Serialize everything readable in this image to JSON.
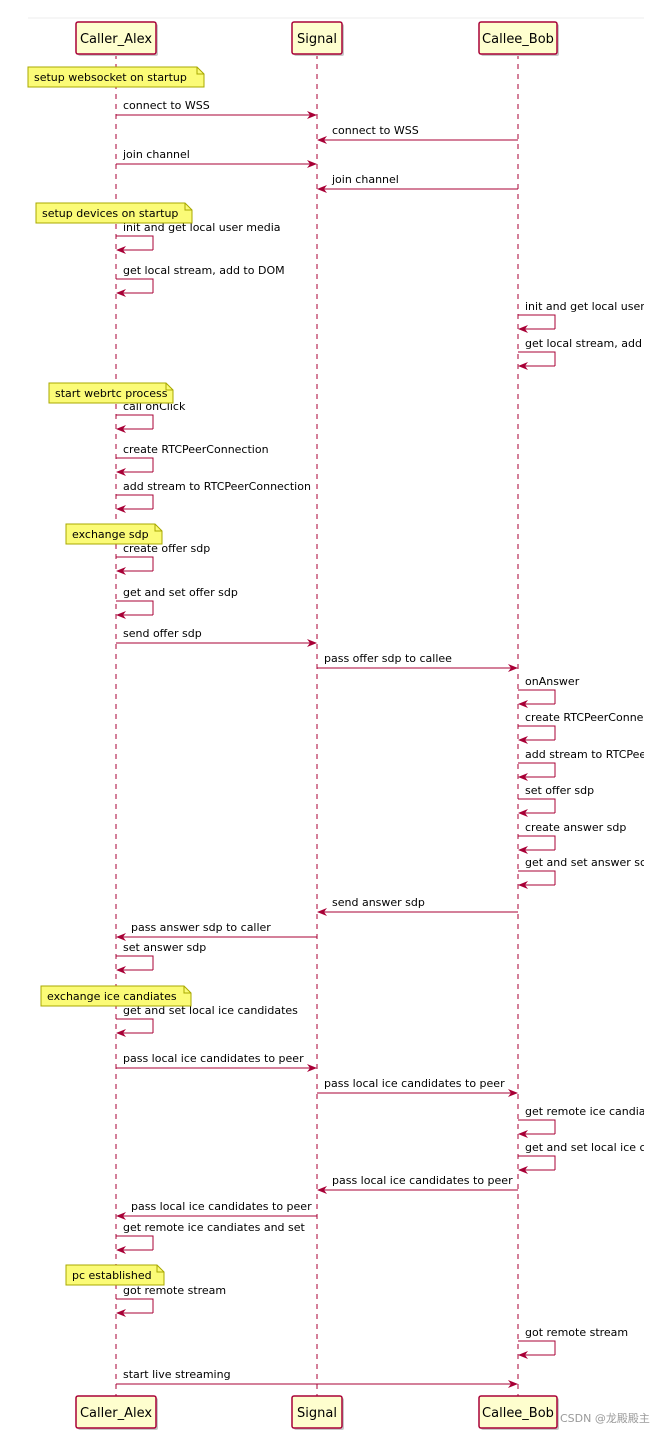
{
  "participants": [
    {
      "id": "alex",
      "label": "Caller_Alex"
    },
    {
      "id": "signal",
      "label": "Signal"
    },
    {
      "id": "bob",
      "label": "Callee_Bob"
    }
  ],
  "notes": [
    {
      "id": "n1",
      "text": "setup websocket on startup"
    },
    {
      "id": "n2",
      "text": "setup devices on startup"
    },
    {
      "id": "n3",
      "text": "start webrtc process"
    },
    {
      "id": "n4",
      "text": "exchange sdp"
    },
    {
      "id": "n5",
      "text": "exchange ice candiates"
    },
    {
      "id": "n6",
      "text": "pc established"
    }
  ],
  "messages": [
    {
      "from": "alex",
      "to": "signal",
      "text": "connect to WSS"
    },
    {
      "from": "bob",
      "to": "signal",
      "text": "connect to WSS"
    },
    {
      "from": "alex",
      "to": "signal",
      "text": "join channel"
    },
    {
      "from": "bob",
      "to": "signal",
      "text": "join channel"
    },
    {
      "from": "alex",
      "to": "alex",
      "text": "init and get local user media"
    },
    {
      "from": "alex",
      "to": "alex",
      "text": "get local stream, add to DOM"
    },
    {
      "from": "bob",
      "to": "bob",
      "text": "init and get local user"
    },
    {
      "from": "bob",
      "to": "bob",
      "text": "get local stream, add"
    },
    {
      "from": "alex",
      "to": "alex",
      "text": "call onClick"
    },
    {
      "from": "alex",
      "to": "alex",
      "text": "create RTCPeerConnection"
    },
    {
      "from": "alex",
      "to": "alex",
      "text": "add stream to RTCPeerConnection"
    },
    {
      "from": "alex",
      "to": "alex",
      "text": "create offer sdp"
    },
    {
      "from": "alex",
      "to": "alex",
      "text": "get and set offer sdp"
    },
    {
      "from": "alex",
      "to": "signal",
      "text": "send offer sdp"
    },
    {
      "from": "signal",
      "to": "bob",
      "text": "pass offer sdp to callee"
    },
    {
      "from": "bob",
      "to": "bob",
      "text": "onAnswer"
    },
    {
      "from": "bob",
      "to": "bob",
      "text": "create RTCPeerConne"
    },
    {
      "from": "bob",
      "to": "bob",
      "text": "add stream to RTCPee"
    },
    {
      "from": "bob",
      "to": "bob",
      "text": "set offer sdp"
    },
    {
      "from": "bob",
      "to": "bob",
      "text": "create answer sdp"
    },
    {
      "from": "bob",
      "to": "bob",
      "text": "get and set answer sc"
    },
    {
      "from": "bob",
      "to": "signal",
      "text": "send answer sdp"
    },
    {
      "from": "signal",
      "to": "alex",
      "text": "pass answer sdp to caller"
    },
    {
      "from": "alex",
      "to": "alex",
      "text": "set answer sdp"
    },
    {
      "from": "alex",
      "to": "alex",
      "text": "get and set local ice candidates"
    },
    {
      "from": "alex",
      "to": "signal",
      "text": "pass local ice candidates to peer"
    },
    {
      "from": "signal",
      "to": "bob",
      "text": "pass local ice candidates to peer"
    },
    {
      "from": "bob",
      "to": "bob",
      "text": "get remote ice candia"
    },
    {
      "from": "bob",
      "to": "bob",
      "text": "get and set local ice c"
    },
    {
      "from": "bob",
      "to": "signal",
      "text": "pass local ice candidates to peer"
    },
    {
      "from": "signal",
      "to": "alex",
      "text": "pass local ice candidates to peer"
    },
    {
      "from": "alex",
      "to": "alex",
      "text": "get remote ice candiates and set"
    },
    {
      "from": "alex",
      "to": "alex",
      "text": "got remote stream"
    },
    {
      "from": "bob",
      "to": "bob",
      "text": "got remote stream"
    },
    {
      "from": "alex",
      "to": "bob",
      "text": "start live streaming"
    }
  ],
  "watermark": "CSDN @龙殿殿主",
  "colors": {
    "arrow": "#A80036",
    "box_fill": "#FEFECE",
    "note_fill": "#FBFB77",
    "note_border": "#A8A800",
    "lifeline": "#A80036"
  }
}
